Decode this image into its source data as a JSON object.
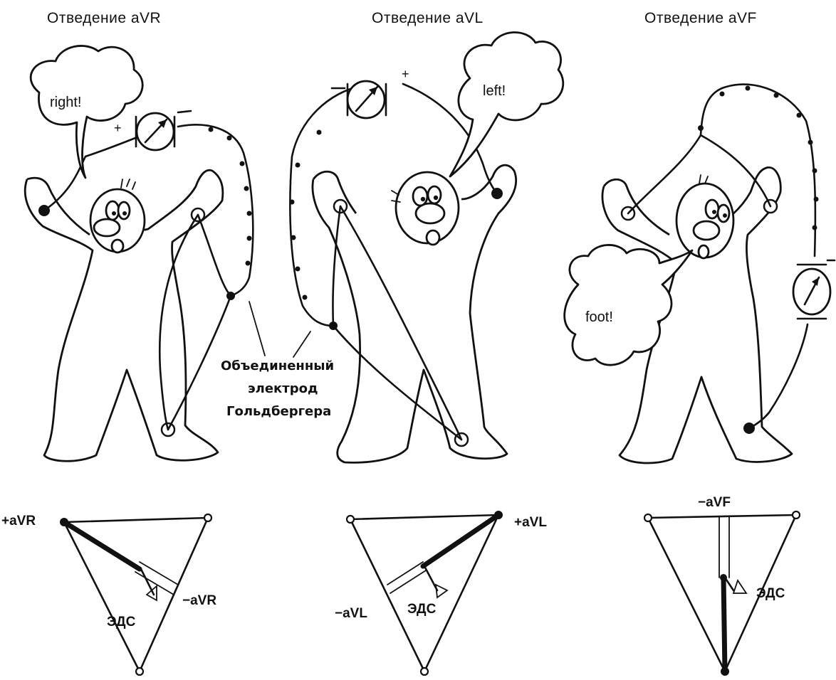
{
  "panels": [
    {
      "title": "Отведение aVR",
      "bubble": "right!",
      "pos_label": "+aVR",
      "neg_label": "−aVR",
      "emf": "ЭДС"
    },
    {
      "title": "Отведение aVL",
      "bubble": "left!",
      "pos_label": "+aVL",
      "neg_label": "−aVL",
      "emf": "ЭДС"
    },
    {
      "title": "Отведение aVF",
      "bubble": "foot!",
      "pos_label": "",
      "neg_label": "−aVF",
      "emf": "ЭДС"
    }
  ],
  "caption": [
    "Объединенный",
    "электрод",
    "Гольдбергера"
  ],
  "polarity": {
    "plus": "+",
    "minus": "−"
  }
}
